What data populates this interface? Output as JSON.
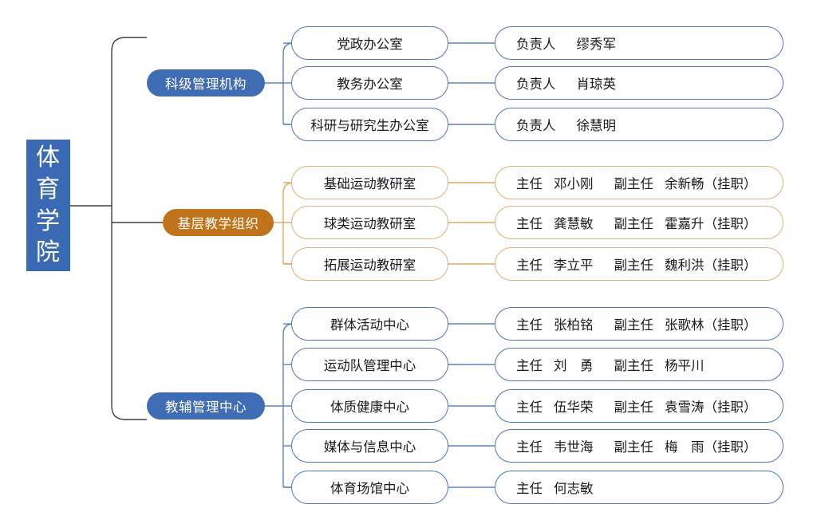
{
  "root": {
    "label": "体育学院",
    "chars": [
      "体",
      "育",
      "学",
      "院"
    ],
    "color": "#3a6ab4"
  },
  "colors": {
    "blue_pill": "#3f6cb5",
    "brown_pill": "#c0731a",
    "blue_outline": "#4e79bf",
    "orange_outline": "#e0b07a",
    "trunk_line": "#3f3f3f"
  },
  "groups": [
    {
      "category": "科级管理机构",
      "accent": "#3f6cb5",
      "rows": [
        {
          "dept": "党政办公室",
          "role_1": "负责人",
          "name_1": "缪秀军",
          "role_2": "",
          "name_2": ""
        },
        {
          "dept": "教务办公室",
          "role_1": "负责人",
          "name_1": "肖琼英",
          "role_2": "",
          "name_2": ""
        },
        {
          "dept": "科研与研究生办公室",
          "role_1": "负责人",
          "name_1": "徐慧明",
          "role_2": "",
          "name_2": ""
        }
      ]
    },
    {
      "category": "基层教学组织",
      "accent": "#c0731a",
      "rows": [
        {
          "dept": "基础运动教研室",
          "role_1": "主任",
          "name_1": "邓小刚",
          "role_2": "副主任",
          "name_2": "余新畅（挂职）"
        },
        {
          "dept": "球类运动教研室",
          "role_1": "主任",
          "name_1": "龚慧敏",
          "role_2": "副主任",
          "name_2": "霍嘉升（挂职）"
        },
        {
          "dept": "拓展运动教研室",
          "role_1": "主任",
          "name_1": "李立平",
          "role_2": "副主任",
          "name_2": "魏利洪（挂职）"
        }
      ]
    },
    {
      "category": "教辅管理中心",
      "accent": "#3f6cb5",
      "rows": [
        {
          "dept": "群体活动中心",
          "role_1": "主任",
          "name_1": "张柏铭",
          "role_2": "副主任",
          "name_2": "张歌林（挂职）"
        },
        {
          "dept": "运动队管理中心",
          "role_1": "主任",
          "name_1": "刘　勇",
          "role_2": "副主任",
          "name_2": "杨平川"
        },
        {
          "dept": "体质健康中心",
          "role_1": "主任",
          "name_1": "伍华荣",
          "role_2": "副主任",
          "name_2": "袁雪涛（挂职）"
        },
        {
          "dept": "媒体与信息中心",
          "role_1": "主任",
          "name_1": "韦世海",
          "role_2": "副主任",
          "name_2": "梅　雨（挂职）"
        },
        {
          "dept": "体育场馆中心",
          "role_1": "主任",
          "name_1": "何志敏",
          "role_2": "",
          "name_2": ""
        }
      ]
    }
  ]
}
